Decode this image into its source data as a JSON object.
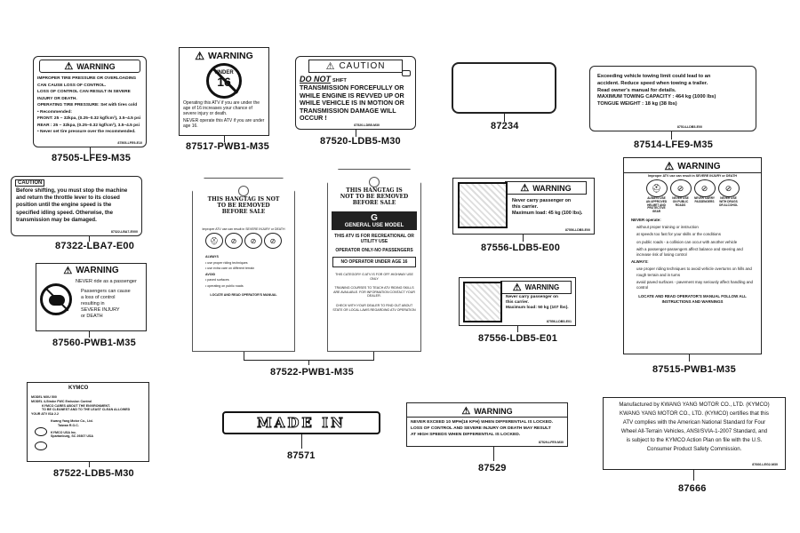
{
  "parts": {
    "p87505": {
      "part_number": "87505-LFE9-M35",
      "heading": "WARNING",
      "text": [
        "IMPROPER TIRE PRESSURE OR OVERLOADING",
        "CAN CAUSE LOSS OF CONTROL.",
        "LOSS OF CONTROL CAN RESULT IN SEVERE",
        "INJURY OR DEATH.",
        "OPERATING TIRE PRESSURE: Set with tires cold",
        "• Recommended:",
        "FRONT: 25 ~ 32kpa, (0.25~0.32 kgf/cm²), 3.5~4.5 psi",
        "REAR : 25 ~ 32kpa, (0.25~0.32 kgf/cm²), 3.5~4.5 psi",
        "• Never set tire pressure over the recommended."
      ],
      "code": "87505-LFE9-E10"
    },
    "p87517": {
      "part_number": "87517-PWB1-M35",
      "heading": "WARNING",
      "badge_top": "UNDER",
      "badge_num": "16",
      "text": "Operating this ATV if you are under the age of 16 increases your chance of severe injury or death.",
      "text2": "NEVER operate this ATV if you are under age 16."
    },
    "p87520": {
      "part_number": "87520-LDB5-M30",
      "heading": "CAUTION",
      "do_not": "DO NOT",
      "text": [
        "SHIFT",
        "TRANSMISSION FORCEFULLY OR",
        "WHILE ENGINE IS REVVED UP OR",
        "WHILE VEHICLE IS IN MOTION OR",
        "TRANSMISSION DAMAGE WILL",
        "OCCUR !"
      ],
      "code": "87520-LDB5-M30"
    },
    "p87234": {
      "part_number": "87234"
    },
    "p87514": {
      "part_number": "87514-LFE9-M35",
      "text": [
        "Exceeding vehicle towing limit could lead to an",
        "accident. Reduce speed when towing a trailer.",
        "Read owner's manual for details.",
        "MAXIMUM TOWING CAPACITY : 464 kg (1000 lbs)",
        "TONGUE WEIGHT : 18 kg (38 lbs)"
      ],
      "code": "87514-LDB5-E00"
    },
    "p87322": {
      "part_number": "87322-LBA7-E00",
      "heading": "CAUTION",
      "text": [
        "Before shifting, you must stop the machine",
        "and return the throttle lever to its closed",
        "position until the engine speed is the",
        "specified idling speed. Otherwise, the",
        "transmission may be damaged."
      ],
      "code": "87322-LBA7-E000"
    },
    "p87522": {
      "part_number": "87522-PWB1-M35",
      "left": {
        "title": "THIS HANGTAG IS NOT TO BE REMOVED BEFORE SALE",
        "caption": "Improper ATV use can result in SEVERE INJURY or DEATH",
        "sections": [
          "ALWAYS",
          "• use proper riding techniques",
          "• use extra care on different terrain",
          "AVOID",
          "• paved surfaces",
          "• operating on public roads",
          "LOCATE AND READ OPERATOR'S MANUAL"
        ]
      },
      "right": {
        "title": "THIS HANGTAG IS NOT TO BE REMOVED BEFORE SALE",
        "grade": "G",
        "model": "GENERAL USE MODEL",
        "line1": "THIS ATV IS FOR RECREATIONAL OR UTILITY USE",
        "line2": "OPERATOR ONLY-NO PASSENGERS",
        "line3": "NO OPERATOR UNDER AGE 16",
        "line4": "THIS CATEGORY G ATV IS FOR OFF-HIGHWAY USE ONLY",
        "line5": "TRAINING COURSES TO TEACH ATV RIDING SKILLS ARE AVAILABLE. FOR INFORMATION CONTACT YOUR DEALER.",
        "line6": "CHECK WITH YOUR DEALER TO FIND OUT ABOUT STATE OR LOCAL LAWS REGARDING ATV OPERATION"
      }
    },
    "p87556_e00": {
      "part_number": "87556-LDB5-E00",
      "heading": "WARNING",
      "text": [
        "Never carry passenger on",
        "this carrier.",
        "Maximum load: 45 kg (100 lbs)."
      ],
      "code": "87556-LDB5-E00"
    },
    "p87556_e01": {
      "part_number": "87556-LDB5-E01",
      "heading": "WARNING",
      "text": [
        "Never carry passenger on",
        "this carrier.",
        "Maximum load: 50 kg (107 lbs)."
      ],
      "code": "87556-LDB5-E01"
    },
    "p87515": {
      "part_number": "87515-PWB1-M35",
      "heading": "WARNING",
      "caption": "Improper ATV use can result in SEVERE INJURY or DEATH",
      "pict_labels": [
        "ALWAYS USE AN APPROVED HELMET AND PROTECTIVE GEAR",
        "NEVER USE ON PUBLIC ROADS",
        "NEVER CARRY PASSENGERS",
        "NEVER USE WITH DRUGS OR ALCOHOL"
      ],
      "never": "NEVER operate:",
      "bullets": [
        "without proper training or instruction",
        "at speeds too fast for your skills or the conditions",
        "on public roads - a collision can occur with another vehicle",
        "with a passenger-passengers affect balance and steering and increase risk of losing control"
      ],
      "always": "ALWAYS:",
      "bullets2": [
        "use proper riding techniques to avoid vehicle overturns on hills and rough terrain and in turns",
        "avoid paved surfaces - pavement may seriously affect handling and control"
      ],
      "footer": "LOCATE AND READ OPERATOR'S MANUAL FOLLOW ALL INSTRUCTIONS AND WARNINGS"
    },
    "p87560": {
      "part_number": "87560-PWB1-M35",
      "heading": "WARNING",
      "line1": "NEVER ride as a passenger",
      "text": [
        "Passengers can cause",
        "a loss of control",
        "resulting in",
        "SEVERE INJURY",
        "or DEATH"
      ]
    },
    "p87522_ldb5": {
      "part_number": "87522-LDB5-M30",
      "brand": "KYMCO",
      "text": [
        "MODEL MXU 500",
        "MODEL 4-Stroke FWC Emission Control",
        "KYMCO CARES ABOUT THE ENVIRONMENT.",
        "TO BE CLEANEST AND TO THE LEAST CLEAN ALLOWED",
        "YOUR ATV ISA 2.2",
        "Kwang Yang Motor Co., Ltd.",
        "Taiwan R.O.C.",
        "KYMCO USA Inc.",
        "Spartanburg, SC 29307 USA"
      ]
    },
    "p87571": {
      "part_number": "87571",
      "text": "MADE IN TAIWAN"
    },
    "p87529": {
      "part_number": "87529",
      "heading": "WARNING",
      "text": [
        "NEVER EXCEED 10 MPH(16 KPH) WHEN DIFFERENTIAL IS LOCKED.",
        "LOSS OF CONTROL AND SEVERE INJURY OR DEATH MAY RESULT",
        "AT HIGH SPEEDS WHEN DIFFERENTIAL IS LOCKED."
      ],
      "code": "87529-LFE9-M30"
    },
    "p87666": {
      "part_number": "87666",
      "text": [
        "Manufactured by KWANG YANG MOTOR CO., LTD. (KYMCO)",
        "KWANG YANG MOTOR CO., LTD. (KYMCO) certifies that this",
        "ATV complies with the American National Standard for Four",
        "Wheel All-Terrain Vehicles, ANSI/SVIA-1-2007 Standard, and",
        "is subject to the KYMCO Action Plan on file with the U.S.",
        "Consumer Product Safety Commission."
      ],
      "code": "87666-LEG2-M30"
    }
  }
}
